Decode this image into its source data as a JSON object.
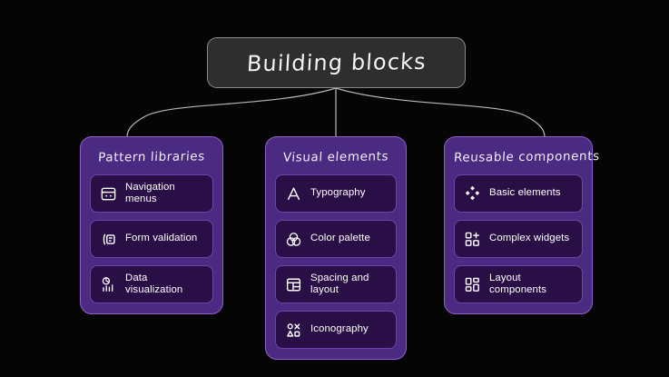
{
  "diagram": {
    "type": "mindmap",
    "background_color": "#050505",
    "root": {
      "label": "Building blocks",
      "background_color": "#2e2e2e",
      "border_color": "#8a8a8a"
    },
    "branch_style": {
      "card_color": "#4b2a81",
      "card_border": "#8f5fd0",
      "item_color": "#2a0f46",
      "item_border": "#6d45a8",
      "text_color": "#ffffff",
      "connector_color": "#b8b8b8"
    },
    "branches": [
      {
        "title": "Pattern libraries",
        "items": [
          {
            "label": "Navigation menus",
            "icon": "window-menu-icon"
          },
          {
            "label": "Form validation",
            "icon": "form-field-icon"
          },
          {
            "label": "Data visualization",
            "icon": "chart-pie-bar-icon"
          }
        ]
      },
      {
        "title": "Visual elements",
        "items": [
          {
            "label": "Typography",
            "icon": "letter-a-icon"
          },
          {
            "label": "Color palette",
            "icon": "venn-circles-icon"
          },
          {
            "label": "Spacing and layout",
            "icon": "layout-grid-icon"
          },
          {
            "label": "Iconography",
            "icon": "shapes-icon"
          }
        ]
      },
      {
        "title": "Reusable components",
        "items": [
          {
            "label": "Basic elements",
            "icon": "four-diamonds-icon"
          },
          {
            "label": "Complex widgets",
            "icon": "grid-plus-icon"
          },
          {
            "label": "Layout components",
            "icon": "grid-blocks-icon"
          }
        ]
      }
    ]
  }
}
